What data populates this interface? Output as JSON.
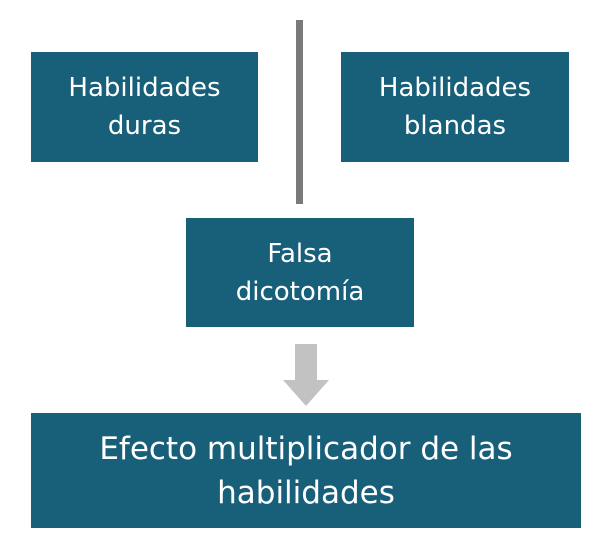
{
  "boxes": {
    "hard_skills": [
      "Habilidades",
      "duras"
    ],
    "soft_skills": [
      "Habilidades",
      "blandas"
    ],
    "false_dichotomy": [
      "Falsa",
      "dicotomía"
    ],
    "multiplier_effect": [
      "Efecto multiplicador de las",
      "habilidades"
    ]
  },
  "colors": {
    "box_fill": "#185f79",
    "box_text": "#ffffff",
    "divider": "#7a7a7a",
    "arrow": "#c2c2c2"
  }
}
